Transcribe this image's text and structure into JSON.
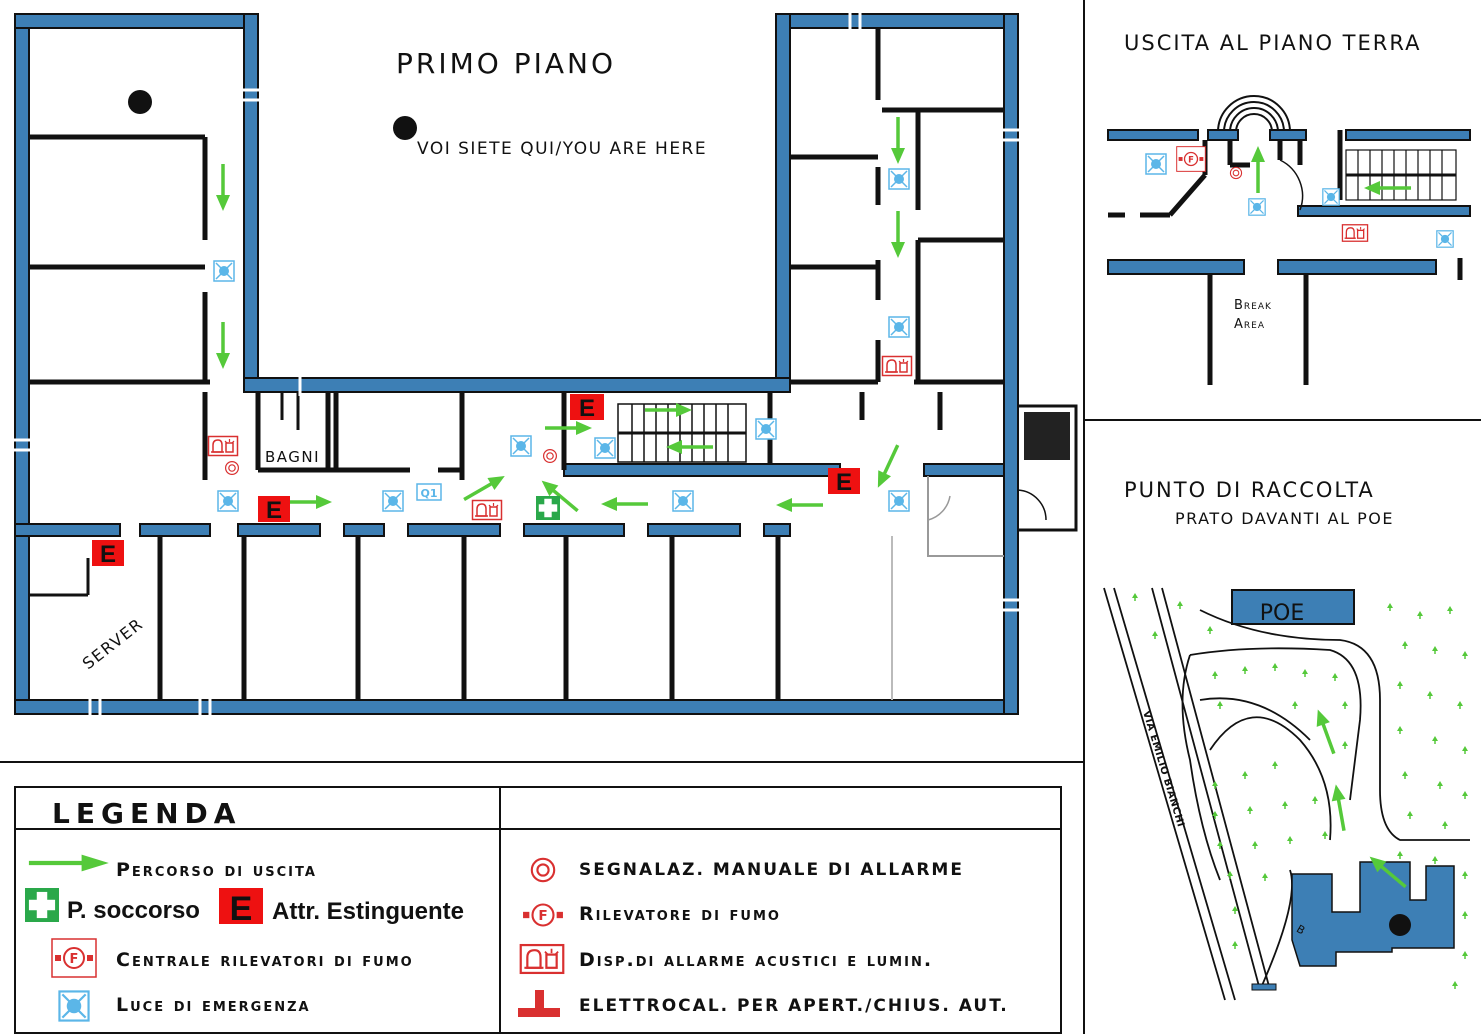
{
  "floor_plan": {
    "title": "PRIMO PIANO",
    "you_are_here": "VOI SIETE QUI/YOU ARE HERE",
    "room_bagni": "BAGNI",
    "room_server": "SERVER",
    "extinguisher_letter": "E",
    "q1_label": "Q1"
  },
  "ground_floor_panel": {
    "title": "USCITA AL PIANO TERRA",
    "break_area_line1": "Break",
    "break_area_line2": "Area"
  },
  "assembly_panel": {
    "title": "PUNTO DI RACCOLTA",
    "subtitle": "PRATO DAVANTI AL POE",
    "poe_label": "POE",
    "street_label": "VIA EMILIO BIANCHI",
    "building_label": "B"
  },
  "legend": {
    "title": "LEGENDA",
    "items": {
      "exit_path": "Percorso di uscita",
      "first_aid": "P. soccorso",
      "extinguisher": "Attr. Estinguente",
      "smoke_central": "Centrale rilevatori di fumo",
      "emergency_light": "Luce di emergenza",
      "manual_alarm": "SEGNALAZ. MANUALE DI ALLARME",
      "smoke_detector": "Rilevatore di fumo",
      "acoustic_alarm": "Disp.di allarme acustici e lumin.",
      "electromagnet": "ELETTROCAL. PER APERT./CHIUS. AUT."
    }
  },
  "colors": {
    "wall_blue": "#3d7fb5",
    "wall_dark": "#111111",
    "arrow_green": "#55c93a",
    "alarm_red": "#d93030",
    "light_blue": "#5bb6e8",
    "first_aid_green": "#2aa84a"
  },
  "icons": [
    "green-arrow-icon",
    "first-aid-icon",
    "extinguisher-icon",
    "smoke-central-icon",
    "emergency-light-icon",
    "manual-alarm-icon",
    "smoke-detector-icon",
    "acoustic-alarm-icon",
    "electromagnet-icon",
    "you-are-here-dot-icon"
  ]
}
